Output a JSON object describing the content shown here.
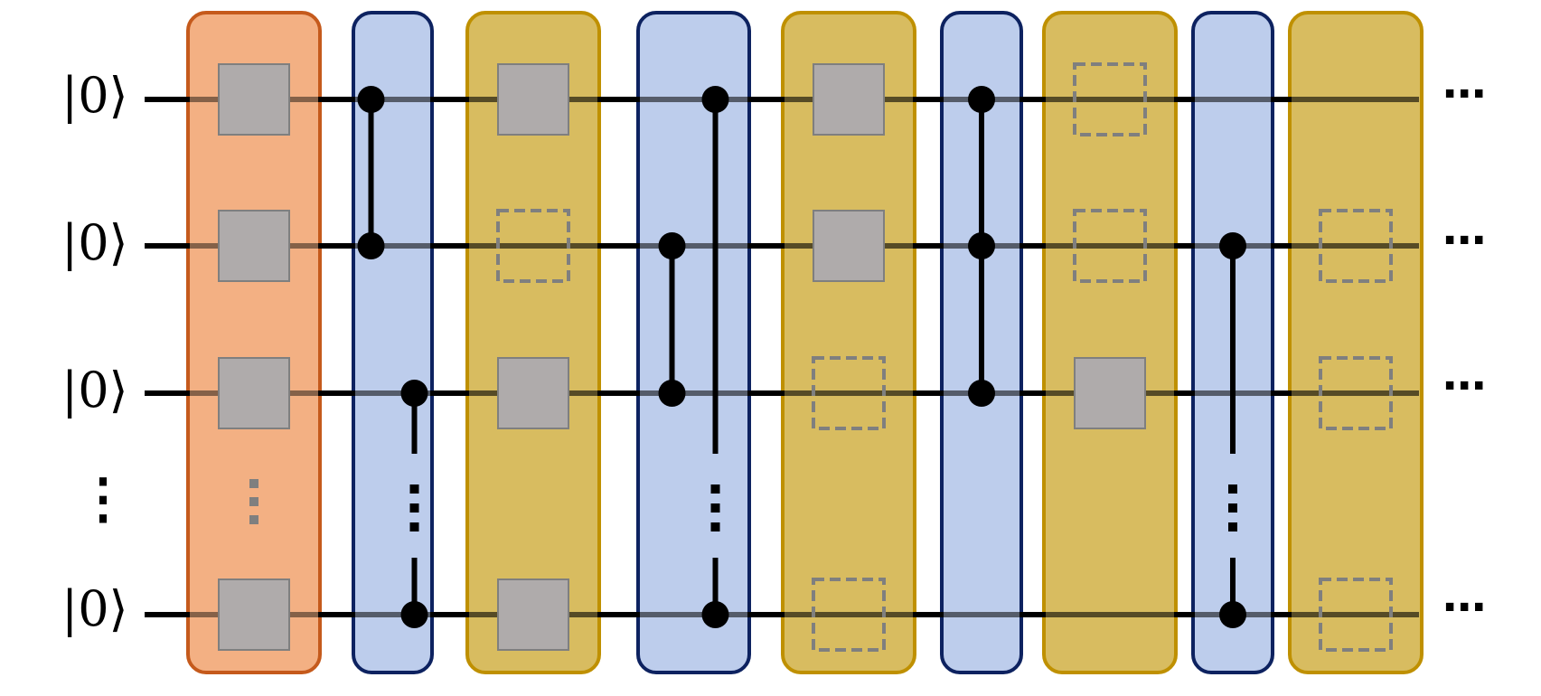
{
  "qubit_labels": [
    "|0⟩",
    "|0⟩",
    "|0⟩",
    "⋮",
    "|0⟩"
  ],
  "continuation": [
    "⋯",
    "⋯",
    "⋯",
    "⋯"
  ],
  "colors": {
    "wire": "#000000",
    "init_fill": "#f3b083",
    "init_stroke": "#c55a1c",
    "ent_fill": "#bdcdec",
    "ent_stroke": "#0d2260",
    "rot_fill": "#d8bc60",
    "rot_stroke": "#bf9000",
    "gate_fill": "#afabab",
    "gate_stroke": "#7f7f7f",
    "control": "#000000"
  },
  "layers": [
    {
      "kind": "init",
      "gates": [
        "solid",
        "solid",
        "solid",
        "dots",
        "solid"
      ]
    },
    {
      "kind": "entangle",
      "links": [
        [
          0,
          1
        ],
        [
          2,
          4
        ]
      ]
    },
    {
      "kind": "rotation",
      "gates": [
        "solid",
        "dashed",
        "solid",
        "none",
        "solid"
      ]
    },
    {
      "kind": "entangle",
      "links": [
        [
          1,
          2
        ],
        [
          0,
          4
        ]
      ]
    },
    {
      "kind": "rotation",
      "gates": [
        "solid",
        "solid",
        "dashed",
        "none",
        "dashed"
      ]
    },
    {
      "kind": "entangle",
      "links": [
        [
          0,
          2
        ]
      ]
    },
    {
      "kind": "rotation",
      "gates": [
        "dashed",
        "dashed",
        "solid",
        "none",
        "none"
      ]
    },
    {
      "kind": "entangle",
      "links": [
        [
          1,
          4
        ]
      ]
    },
    {
      "kind": "rotation",
      "gates": [
        "none",
        "dashed",
        "dashed",
        "none",
        "dashed"
      ]
    }
  ]
}
